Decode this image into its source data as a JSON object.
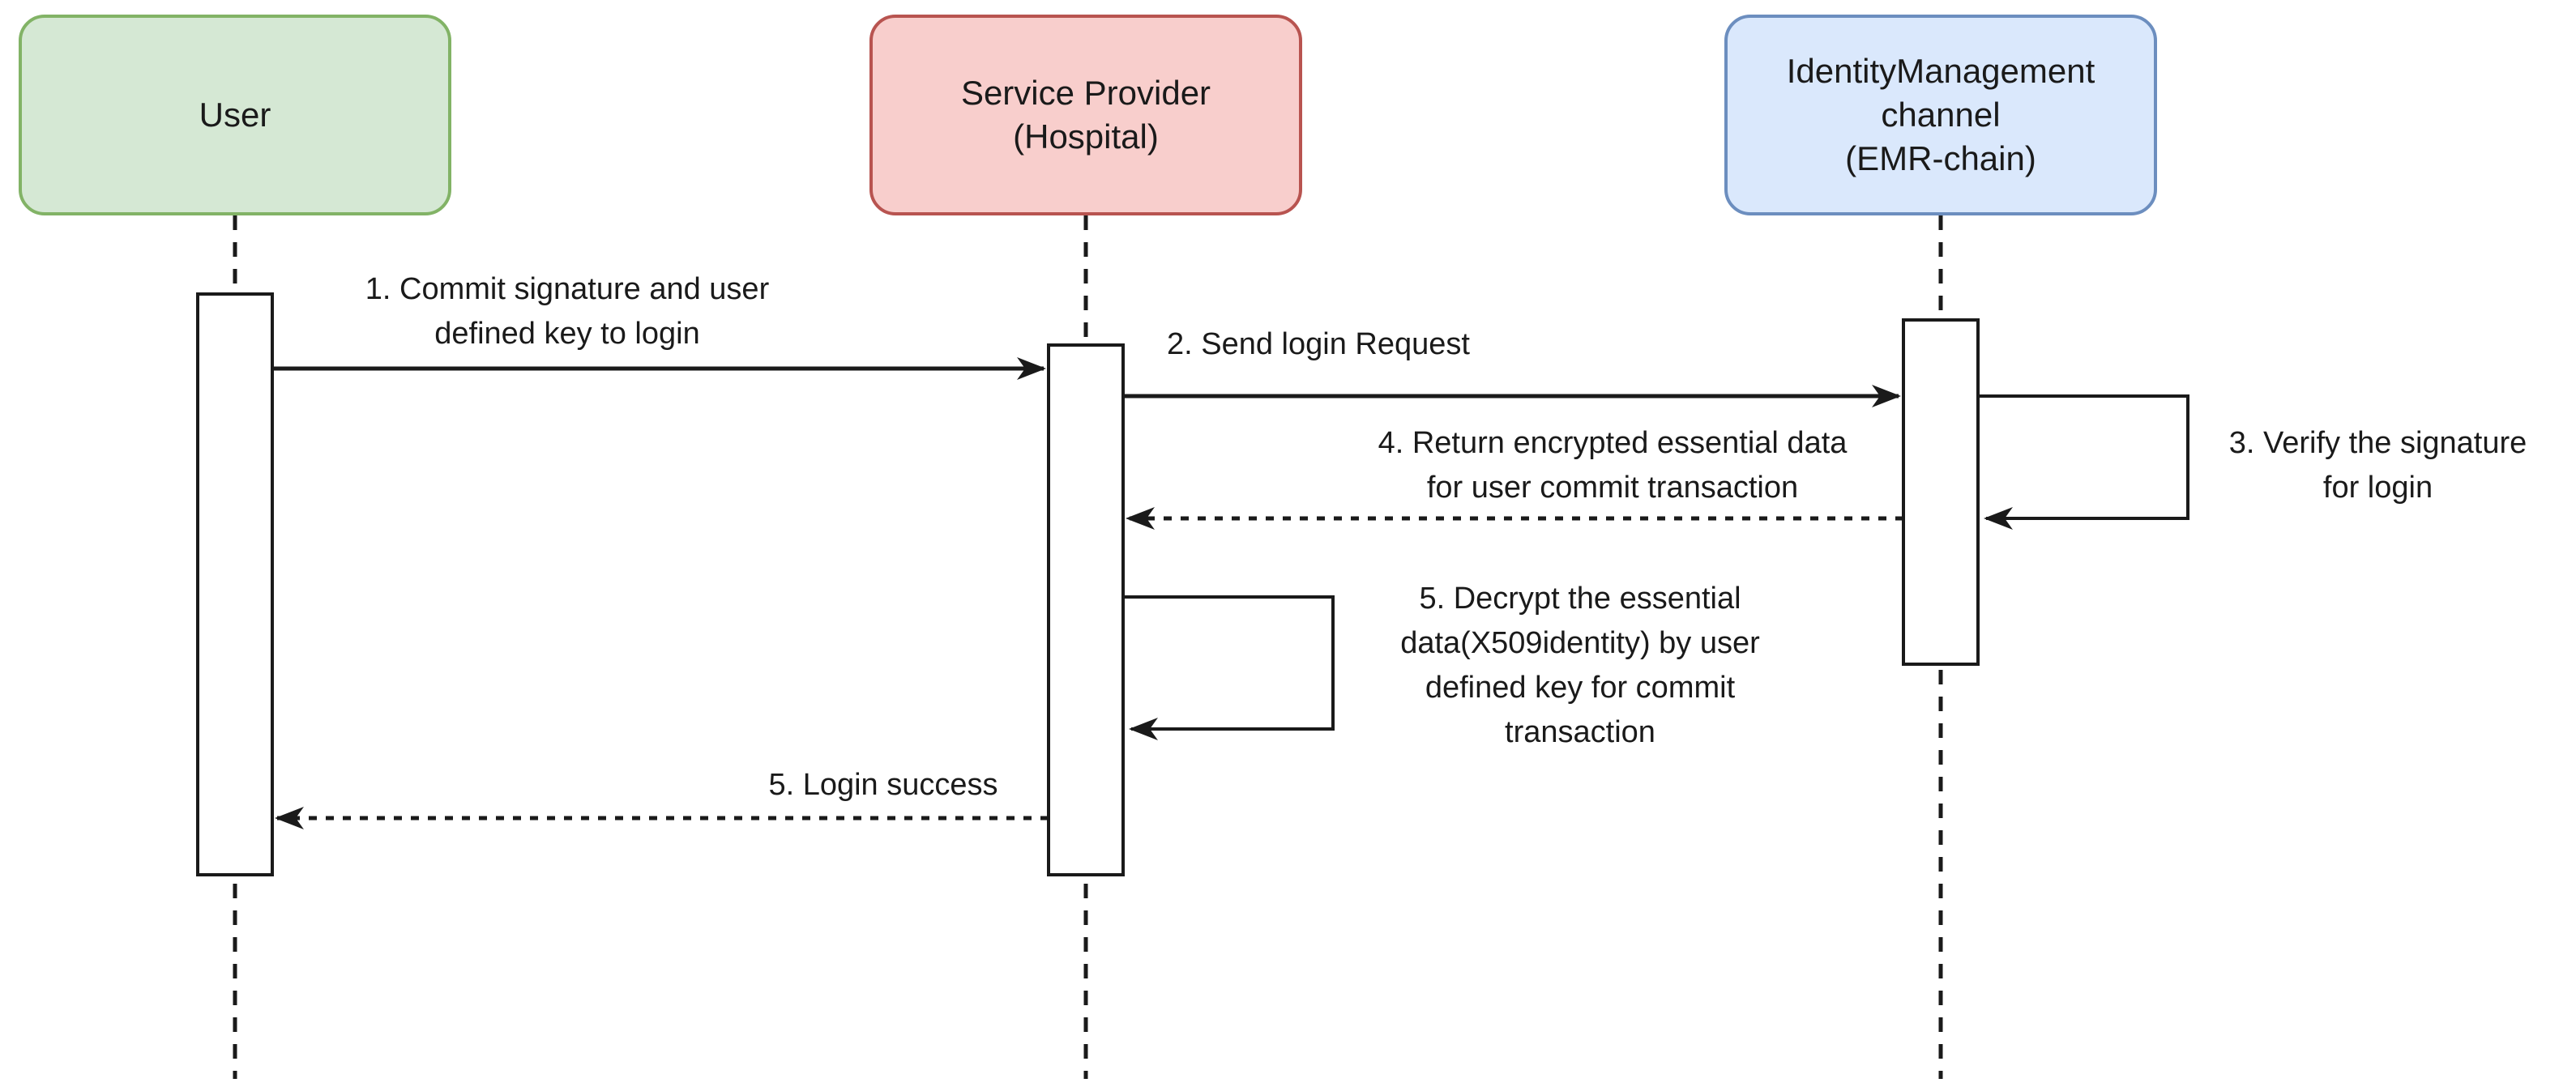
{
  "diagram": {
    "type": "sequence-diagram",
    "background_color": "#ffffff",
    "line_color": "#1a1a1a",
    "activation_fill": "#ffffff"
  },
  "actors": [
    {
      "id": "user",
      "label": "User",
      "fill": "#d5e8d4",
      "stroke": "#82b366"
    },
    {
      "id": "service-provider",
      "label": "Service Provider\n(Hospital)",
      "fill": "#f8cecc",
      "stroke": "#b85450"
    },
    {
      "id": "identity-management",
      "label": "IdentityManagement\nchannel\n(EMR-chain)",
      "fill": "#dae8fc",
      "stroke": "#6c8ebf"
    }
  ],
  "messages": [
    {
      "num": "1",
      "label": "1. Commit signature and user\ndefined key to login",
      "from": "user",
      "to": "service-provider",
      "style": "solid"
    },
    {
      "num": "2",
      "label": "2. Send login Request",
      "from": "service-provider",
      "to": "identity-management",
      "style": "solid"
    },
    {
      "num": "3",
      "label": "3. Verify the signature\nfor login",
      "from": "identity-management",
      "to": "identity-management",
      "style": "self"
    },
    {
      "num": "4",
      "label": "4. Return encrypted essential data\nfor user commit transaction",
      "from": "identity-management",
      "to": "service-provider",
      "style": "dashed"
    },
    {
      "num": "5",
      "label": "5. Decrypt the essential\ndata(X509identity) by user\ndefined key for commit\ntransaction",
      "from": "service-provider",
      "to": "service-provider",
      "style": "self"
    },
    {
      "num": "5b",
      "label": "5. Login success",
      "from": "service-provider",
      "to": "user",
      "style": "dashed"
    }
  ]
}
